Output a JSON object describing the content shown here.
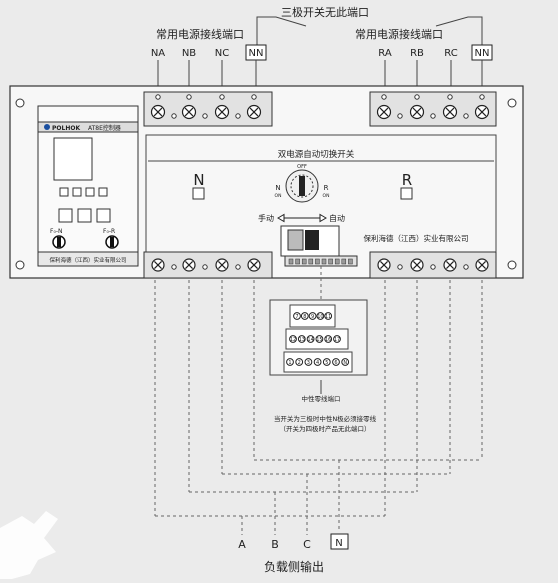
{
  "top_note": "三极开关无此端口",
  "left_group_title": "常用电源接线端口",
  "right_group_title": "常用电源接线端口",
  "left_terminals": [
    "NA",
    "NB",
    "NC",
    "NN"
  ],
  "right_terminals": [
    "RA",
    "RB",
    "RC",
    "NN"
  ],
  "controller": {
    "brand": "POLHOK",
    "title": "AT8E控制器",
    "switch_left": "F₀-N",
    "switch_right": "F₀-R",
    "maker": "保利海德（江西）实业有限公司"
  },
  "switch_panel": {
    "title": "双电源自动切换开关",
    "side_left": "N",
    "side_right": "R",
    "knob_left": "N",
    "knob_left_sub": "ON",
    "knob_right": "R",
    "knob_right_sub": "ON",
    "knob_top": "OFF",
    "manual": "手动",
    "auto": "自动",
    "company": "保利海德（江西）实业有限公司"
  },
  "connector": {
    "row1": [
      "7",
      "8",
      "9",
      "10",
      "11"
    ],
    "row2": [
      "12",
      "13",
      "14",
      "15",
      "16",
      "17"
    ],
    "row3": [
      "1",
      "2",
      "3",
      "4",
      "5",
      "6",
      "N"
    ],
    "label": "中性零线端口"
  },
  "note_line1": "当开关为三极时中性N极必须接零线",
  "note_line2": "（开关为四极时产品无此端口）",
  "outputs": [
    "A",
    "B",
    "C",
    "N"
  ],
  "bottom_title": "负载侧输出"
}
